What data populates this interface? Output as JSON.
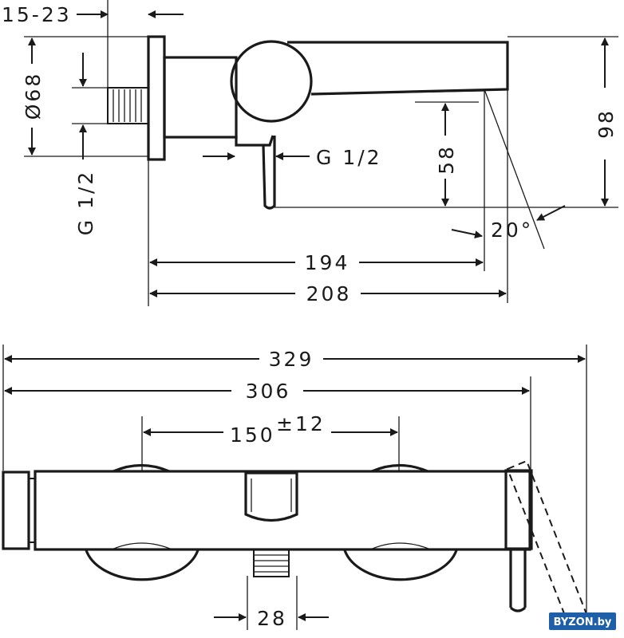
{
  "dimensions": {
    "wall_projection_range": "15-23",
    "diameter": "Ø68",
    "inlet_thread_left": "G 1/2",
    "outlet_thread": "G 1/2",
    "spout_height": "58",
    "total_height": "98",
    "spout_angle": "20°",
    "spout_reach_inner": "194",
    "spout_reach_outer": "208",
    "total_length": "329",
    "body_length": "306",
    "center_distance": "150",
    "center_tolerance": "±12",
    "outlet_width": "28"
  },
  "watermark": {
    "text": "BYZON.by"
  },
  "colors": {
    "line": "#1a1a1a",
    "background": "#ffffff",
    "watermark": "#1d5fa8"
  }
}
